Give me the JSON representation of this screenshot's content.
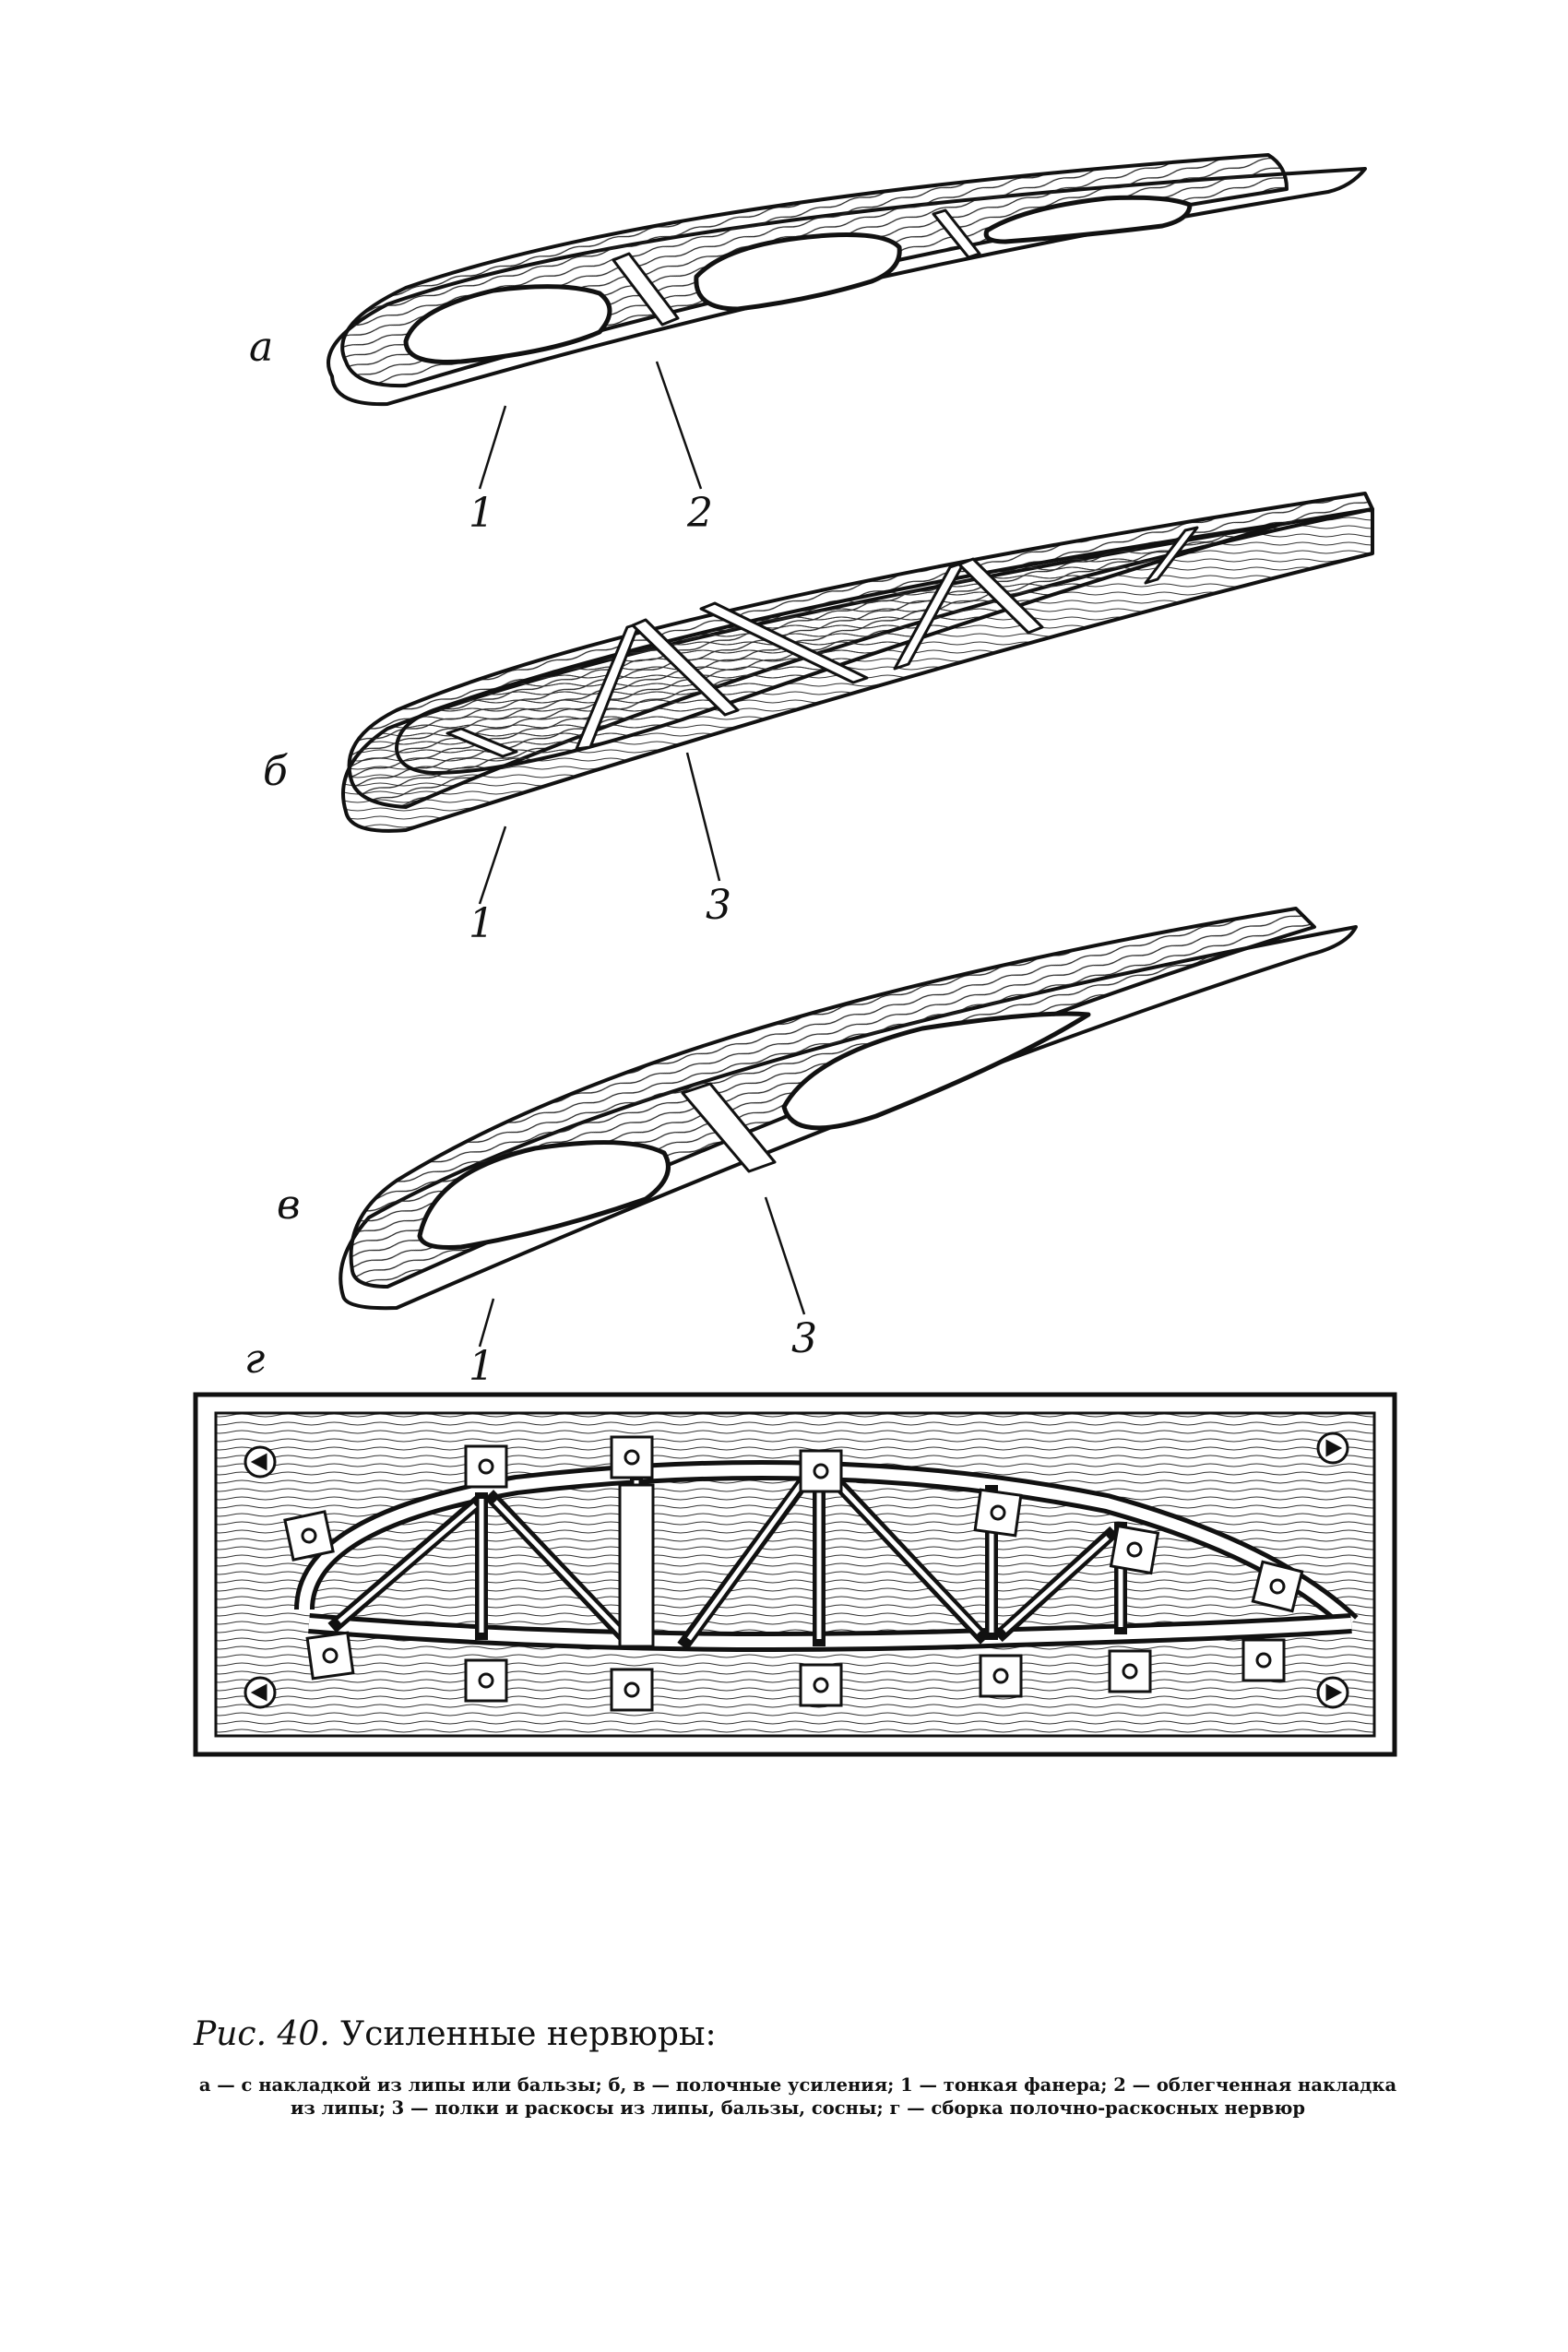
{
  "panels": {
    "a": {
      "letter": "а",
      "callouts": [
        "1",
        "2"
      ]
    },
    "b": {
      "letter": "б",
      "callouts": [
        "1",
        "3"
      ]
    },
    "v": {
      "letter": "в",
      "callouts": [
        "1",
        "3"
      ]
    },
    "g": {
      "letter": "г"
    }
  },
  "caption": {
    "fig_label": "Рис. 40.",
    "title": "Усиленные нервюры:",
    "text": "а — с накладкой из липы или бальзы; б, в — полочные усиления; 1 — тонкая фанера; 2 — облегченная накладка из липы; 3 — полки и раскосы из липы, бальзы, сосны; г — сборка полочно-раскосных нервюр"
  }
}
